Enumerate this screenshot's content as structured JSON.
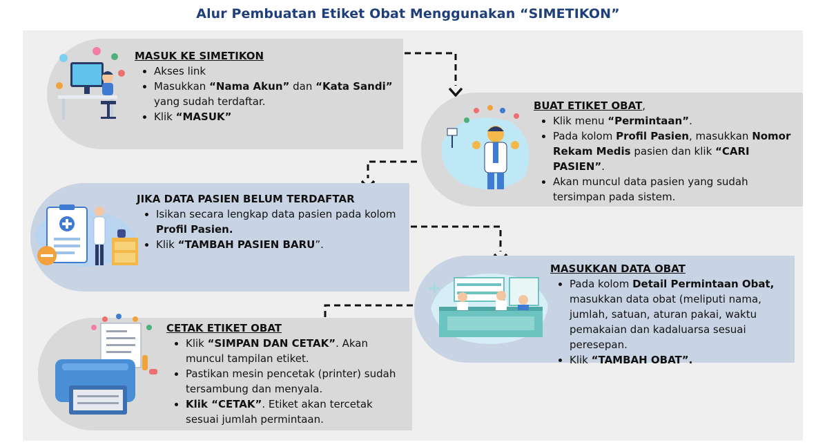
{
  "title": "Alur Pembuatan Etiket Obat  Menggunakan “SIMETIKON”",
  "step1": {
    "heading": "MASUK KE SIMETIKON",
    "item1": "Akses link",
    "item2_pre": "Masukkan ",
    "item2_b1": "“Nama Akun”",
    "item2_mid": " dan ",
    "item2_b2": "“Kata Sandi”",
    "item2_post": "  yang sudah terdaftar.",
    "item3_pre": "Klik ",
    "item3_b": "“MASUK”"
  },
  "step2": {
    "heading": "BUAT ETIKET OBAT",
    "heading_suffix": ",",
    "item1_pre": "Klik menu ",
    "item1_b": "“Permintaan”",
    "item1_post": ".",
    "item2_pre": "Pada kolom ",
    "item2_b1": "Profil Pasien",
    "item2_mid": ", masukkan ",
    "item2_b2": "Nomor Rekam Medis",
    "item2_mid2": " pasien dan klik ",
    "item2_b3": "“CARI PASIEN”",
    "item2_post": ".",
    "item3": "Akan muncul data pasien yang sudah tersimpan pada sistem."
  },
  "step3": {
    "heading": "JIKA DATA PASIEN BELUM TERDAFTAR",
    "item1_pre": " Isikan secara lengkap data pasien pada kolom ",
    "item1_b": "Profil Pasien.",
    "item2_pre": "Klik ",
    "item2_b": "“TAMBAH PASIEN BARU",
    "item2_post": "”."
  },
  "step4": {
    "heading": "MASUKKAN  DATA OBAT",
    "item1_pre": "Pada kolom ",
    "item1_b": "Detail Permintaan Obat,",
    "item1_post": " masukkan data obat (meliputi nama, jumlah, satuan, aturan pakai, waktu pemakaian dan kadaluarsa sesuai peresepan.",
    "item2_pre": "Klik ",
    "item2_b": "“TAMBAH OBAT”."
  },
  "step5": {
    "heading": "CETAK ETIKET OBAT",
    "item1_pre": "Klik ",
    "item1_b": "“SIMPAN DAN CETAK”",
    "item1_post": ".  Akan muncul tampilan etiket.",
    "item2": "Pastikan mesin pencetak (printer) sudah tersambung dan menyala.",
    "item3_b": "Klik “CETAK”",
    "item3_post": ". Etiket akan tercetak sesuai jumlah permintaan."
  },
  "colors": {
    "title": "#1f3f7a",
    "card_gray": "#d9d9d9",
    "card_blue": "#c8d3e3",
    "panel": "#efefef",
    "accent": "#3fb6e0"
  }
}
